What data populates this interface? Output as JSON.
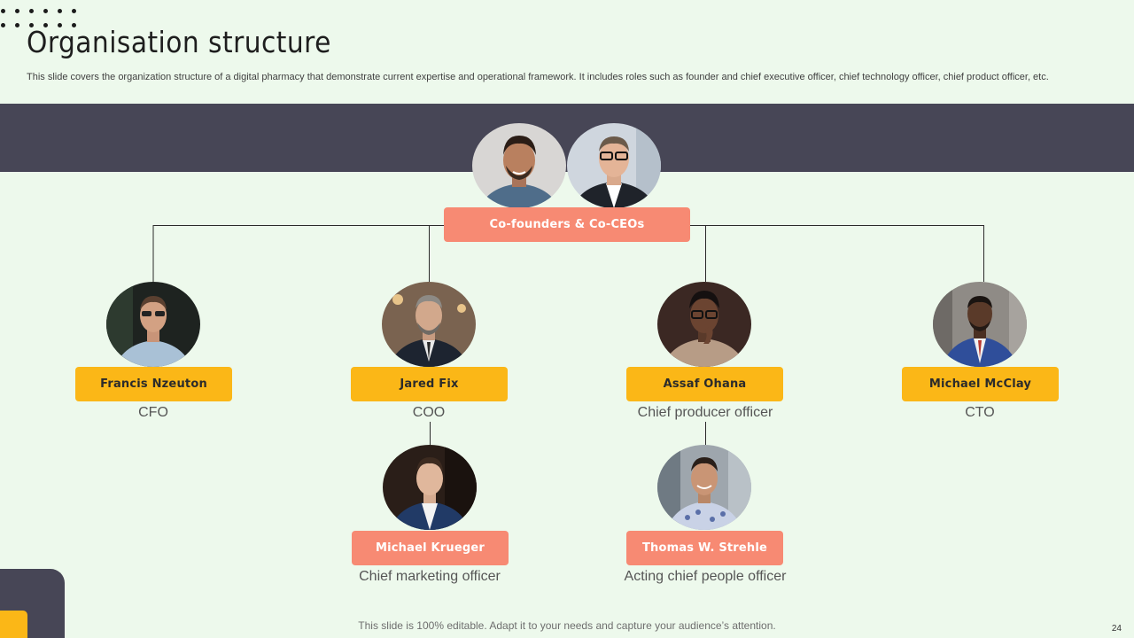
{
  "slide": {
    "title": "Organisation structure",
    "subtitle": "This slide covers the organization structure of a digital pharmacy that demonstrate current expertise and operational framework. It includes roles such as founder and chief executive officer, chief technology officer, chief product officer, etc.",
    "footer": "This slide is 100% editable. Adapt it to your needs and capture your audience’s attention.",
    "page_number": "24"
  },
  "colors": {
    "background": "#edf9ec",
    "band": "#474656",
    "coral": "#f78a73",
    "amber": "#fbb717"
  },
  "top": {
    "label": "Co-founders & Co-CEOs"
  },
  "level1": [
    {
      "name": "Francis Nzeuton",
      "role": "CFO"
    },
    {
      "name": "Jared Fix",
      "role": "COO"
    },
    {
      "name": "Assaf Ohana",
      "role": "Chief producer officer"
    },
    {
      "name": "Michael McClay",
      "role": "CTO"
    }
  ],
  "level2": [
    {
      "name": "Michael Krueger",
      "role": "Chief marketing officer"
    },
    {
      "name": "Thomas W. Strehle",
      "role": "Acting chief people officer"
    }
  ]
}
